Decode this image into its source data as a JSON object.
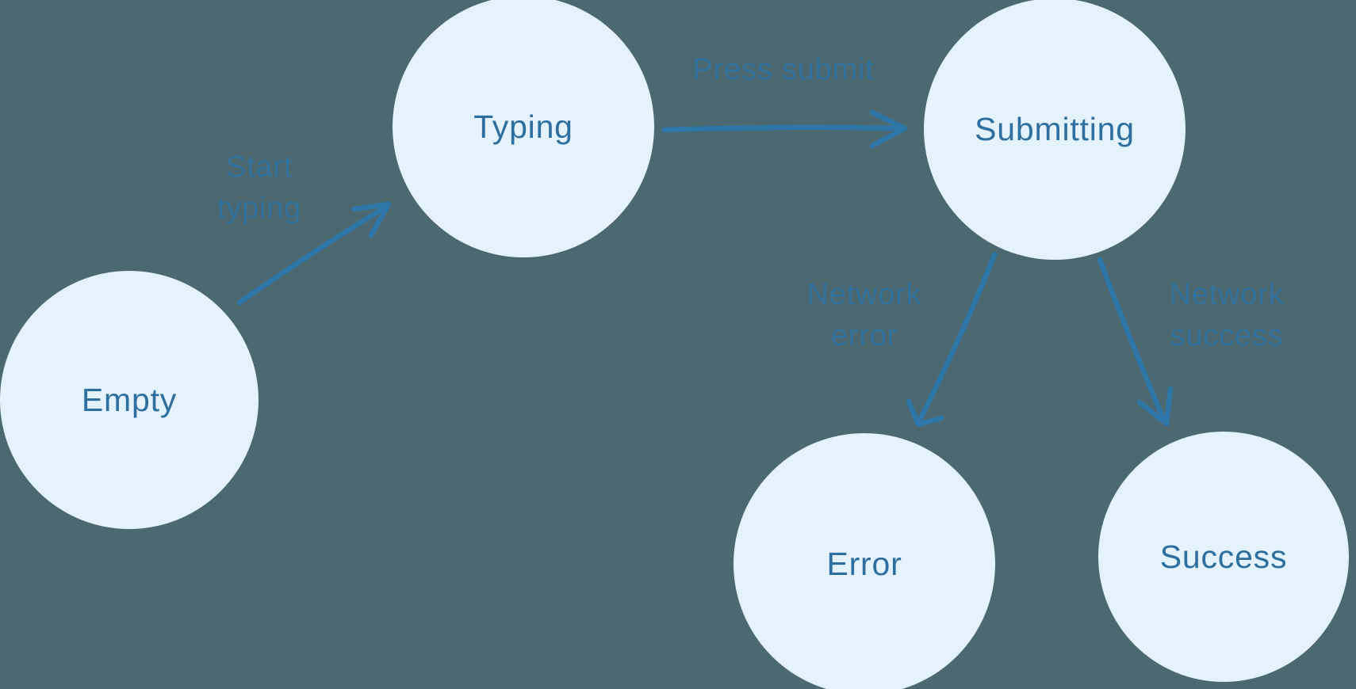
{
  "diagram": {
    "type": "state-machine",
    "nodes": [
      {
        "id": "empty",
        "label": "Empty"
      },
      {
        "id": "typing",
        "label": "Typing"
      },
      {
        "id": "submitting",
        "label": "Submitting"
      },
      {
        "id": "error",
        "label": "Error"
      },
      {
        "id": "success",
        "label": "Success"
      }
    ],
    "edges": [
      {
        "from": "Empty",
        "to": "Typing",
        "label": "Start typing",
        "lines": [
          "Start",
          "typing"
        ]
      },
      {
        "from": "Typing",
        "to": "Submitting",
        "label": "Press submit",
        "lines": [
          "Press submit"
        ]
      },
      {
        "from": "Submitting",
        "to": "Error",
        "label": "Network error",
        "lines": [
          "Network",
          "error"
        ]
      },
      {
        "from": "Submitting",
        "to": "Success",
        "label": "Network success",
        "lines": [
          "Network",
          "success"
        ]
      }
    ],
    "colors": {
      "background": "#4C6870",
      "node_fill": "#E4F2FC",
      "node_text": "#2E6F9F",
      "edge": "#2E75A8"
    }
  }
}
